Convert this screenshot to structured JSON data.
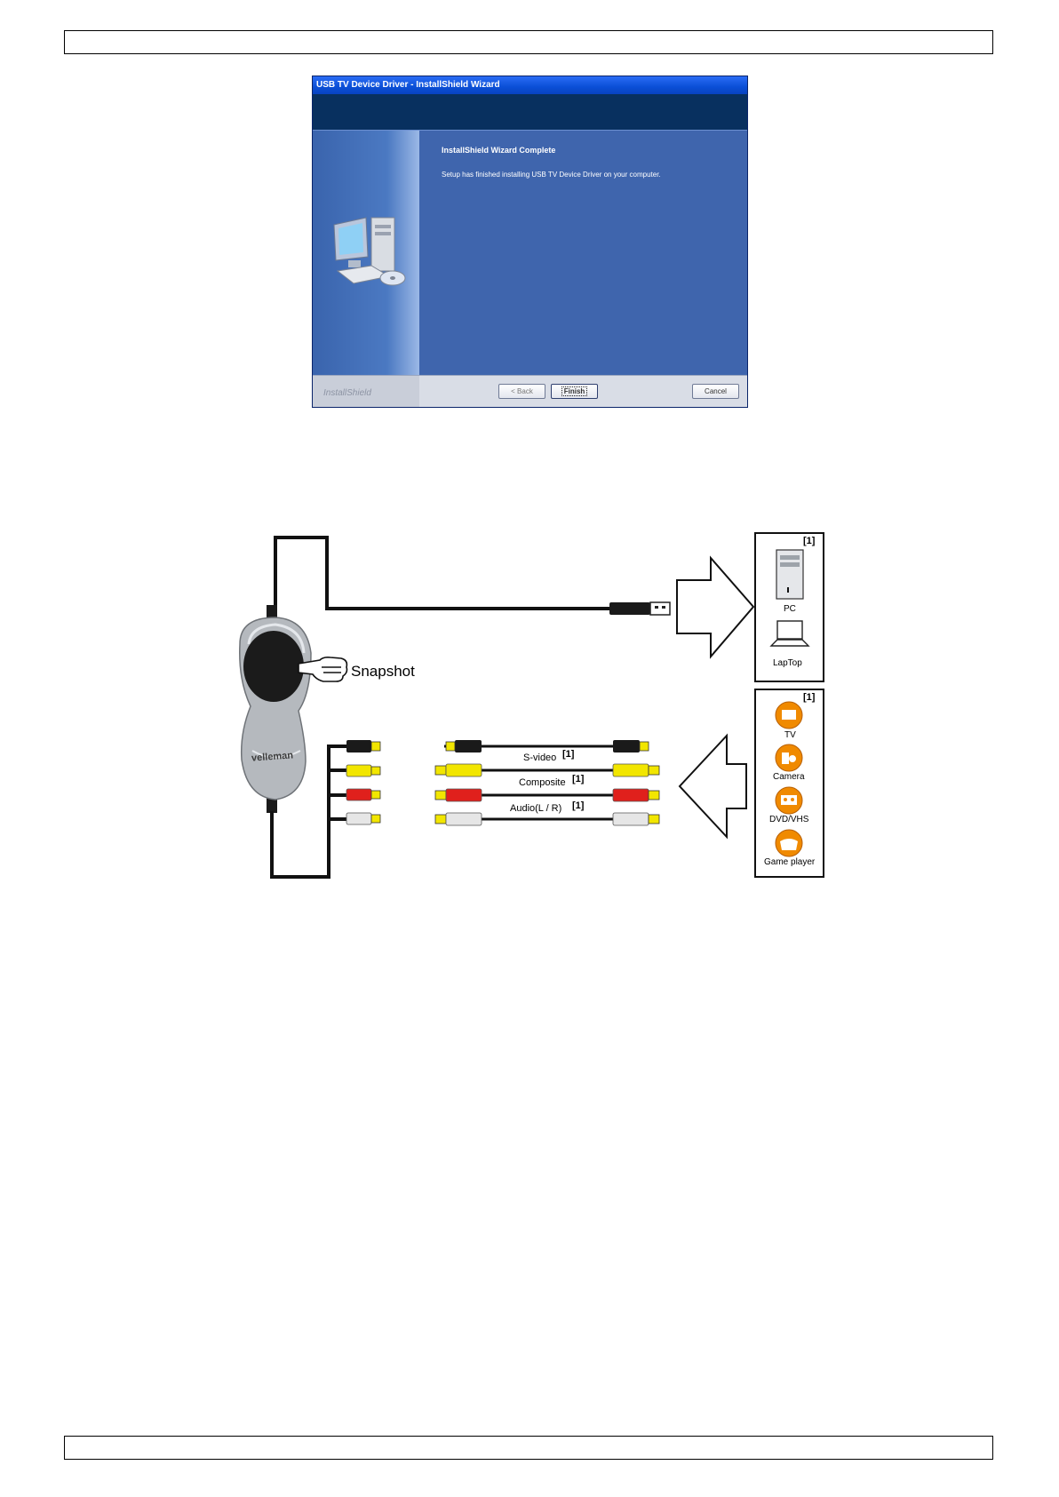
{
  "header": {
    "text": ""
  },
  "footer": {
    "text": ""
  },
  "wizard": {
    "title": "USB TV Device Driver - InstallShield Wizard",
    "heading": "InstallShield Wizard Complete",
    "message": "Setup has finished installing USB TV Device Driver on your computer.",
    "brand": "InstallShield",
    "buttons": {
      "back": "< Back",
      "finish": "Finish",
      "cancel": "Cancel"
    }
  },
  "diagram": {
    "snapshot_label": "Snapshot",
    "brand_logo": "velleman",
    "cables": {
      "svideo": "S-video",
      "composite": "Composite",
      "audio": "Audio(L / R)"
    },
    "reference_mark": "[1]",
    "computers": {
      "pc": "PC",
      "laptop": "LapTop"
    },
    "sources": {
      "tv": "TV",
      "camera": "Camera",
      "dvd": "DVD/VHS",
      "game": "Game player"
    }
  },
  "colors": {
    "wizard_body": "#3f65ad",
    "wizard_banner": "#08305f",
    "connector_yellow": "#f2e600",
    "connector_red": "#e0201c",
    "connector_white": "#e6e6e6",
    "device_orange": "#f08a00"
  }
}
